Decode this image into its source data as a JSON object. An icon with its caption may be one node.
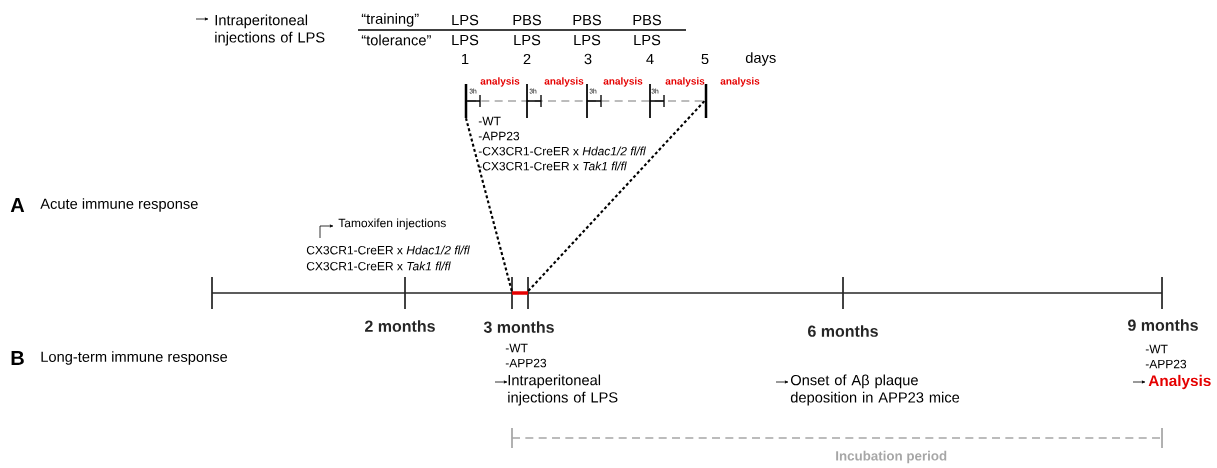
{
  "diagram": {
    "nodes": [
      {
        "text": [],
        "shape": "bar"
      },
      {
        "text": [],
        "shape": "bar"
      },
      {
        "text": [],
        "shape": "bar"
      }
    ],
    "edges": [
      {
        "from": 2,
        "to": 0,
        "arrow": "none",
        "style": "dashed"
      },
      {
        "from": 2,
        "to": 1,
        "arrow": "none",
        "style": "dashed"
      }
    ],
    "labels": [
      "Intraperitoneal injections of LPS",
      "“training”",
      "LPS",
      "PBS",
      "PBS",
      "PBS",
      "“tolerance”",
      "LPS",
      "LPS",
      "LPS",
      "LPS",
      "1",
      "2",
      "3",
      "4",
      "5",
      "days",
      "analysis",
      "analysis",
      "analysis",
      "analysis",
      "analysis",
      "3h",
      "3h",
      "3h",
      "3h",
      "-WT",
      "-APP23",
      "-CX3CR1-CreER x *Hdac1/2 fl/fl*",
      "-CX3CR1-CreER x *Tak1 fl/fl*",
      "A",
      "Acute immune response",
      "Tamoxifen injections",
      "CX3CR1-CreER x *Hdac1/2 fl/fl*",
      "CX3CR1-CreER x *Tak1 fl/fl*",
      "2 months",
      "3 months",
      "6 months",
      "9 months",
      "B",
      "Long-term immune response",
      "-WT",
      "-APP23",
      "Intraperitoneal injections of LPS",
      "Onset of Aβ plaque deposition in APP23 mice",
      "-WT",
      "-APP23",
      "Analysis",
      "Incubation period"
    ]
  }
}
